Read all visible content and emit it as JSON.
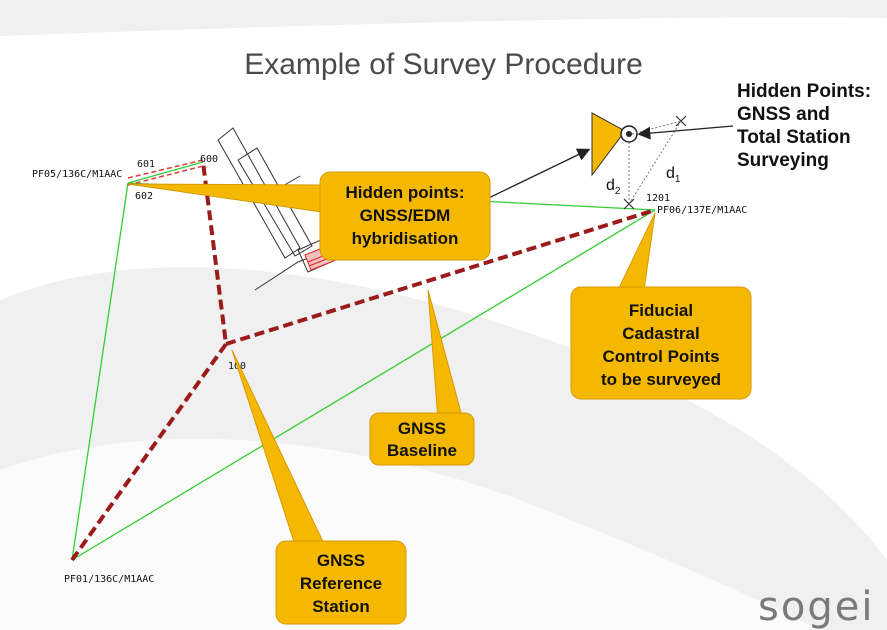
{
  "title": "Example of Survey Procedure",
  "side_note": {
    "lines": [
      "Hidden Points:",
      "GNSS and",
      "Total Station",
      "Surveying"
    ]
  },
  "callouts": {
    "hidden_points": [
      "Hidden points:",
      "GNSS/EDM",
      "hybridisation"
    ],
    "fiducial": [
      "Fiducial",
      "Cadastral",
      "Control Points",
      "to be surveyed"
    ],
    "baseline": [
      "GNSS",
      "Baseline"
    ],
    "reference": [
      "GNSS",
      "Reference",
      "Station"
    ]
  },
  "points": {
    "pf05": "PF05/136C/M1AAC",
    "p601": "601",
    "p600": "600",
    "p602": "602",
    "p1201": "1201",
    "pf06": "PF06/137E/M1AAC",
    "p100": "100",
    "pf01": "PF01/136C/M1AAC"
  },
  "distances": {
    "d1": "d",
    "d1_sub": "1",
    "d2": "d",
    "d2_sub": "2"
  },
  "logo_text": "sogei",
  "colors": {
    "callout_fill": "#F5B800",
    "callout_stroke": "#D69A00",
    "baseline_green": "#33CC33",
    "traverse_red": "#9B1B1B",
    "background_swoosh": "#E6E6E6"
  },
  "icons": {
    "triangle": "prism-triangle-icon",
    "target": "target-circle-icon",
    "cross": "cross-mark-icon"
  }
}
